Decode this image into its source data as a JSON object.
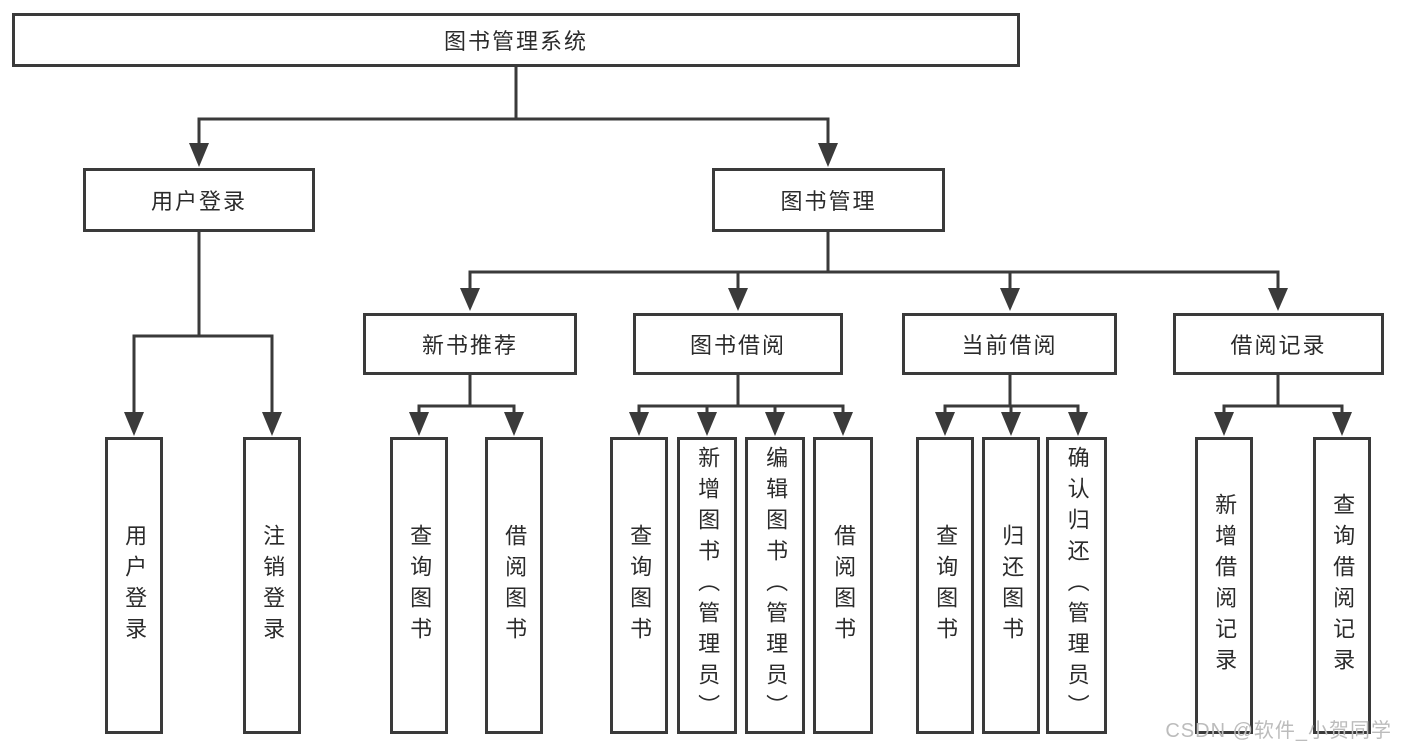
{
  "root": {
    "label": "图书管理系统",
    "children": [
      {
        "label": "用户登录",
        "children": [
          {
            "label": "用户登录"
          },
          {
            "label": "注销登录"
          }
        ]
      },
      {
        "label": "图书管理",
        "children": [
          {
            "label": "新书推荐",
            "children": [
              {
                "label": "查询图书"
              },
              {
                "label": "借阅图书"
              }
            ]
          },
          {
            "label": "图书借阅",
            "children": [
              {
                "label": "查询图书"
              },
              {
                "label": "新增图书（管理员）"
              },
              {
                "label": "编辑图书（管理员）"
              },
              {
                "label": "借阅图书"
              }
            ]
          },
          {
            "label": "当前借阅",
            "children": [
              {
                "label": "查询图书"
              },
              {
                "label": "归还图书"
              },
              {
                "label": "确认归还（管理员）"
              }
            ]
          },
          {
            "label": "借阅记录",
            "children": [
              {
                "label": "新增借阅记录"
              },
              {
                "label": "查询借阅记录"
              }
            ]
          }
        ]
      }
    ]
  },
  "watermark": "CSDN @软件_小贺同学",
  "colors": {
    "line": "#3a3a3a",
    "text": "#2b2b2b",
    "box_background": "#ffffff",
    "watermark": "#bcbcbc"
  }
}
